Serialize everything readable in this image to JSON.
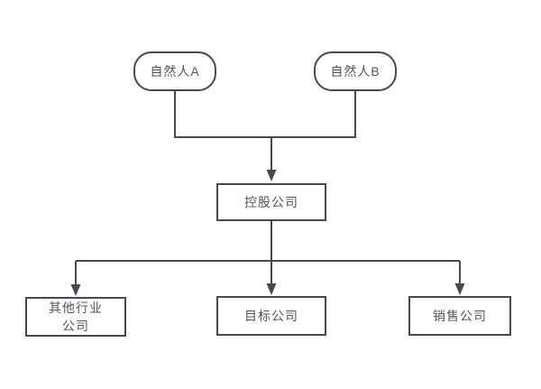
{
  "colors": {
    "line": "#454a52",
    "border": "#454a52",
    "text": "#555555",
    "background": "#ffffff"
  },
  "nodes": {
    "person_a": {
      "label": "自然人A",
      "shape": "rounded"
    },
    "person_b": {
      "label": "自然人B",
      "shape": "rounded"
    },
    "holding": {
      "label": "控股公司",
      "shape": "rect"
    },
    "other_industry": {
      "label": "其他行业\n公司",
      "shape": "rect"
    },
    "target": {
      "label": "目标公司",
      "shape": "rect"
    },
    "sales": {
      "label": "销售公司",
      "shape": "rect"
    }
  },
  "edges": [
    {
      "from": "person_a",
      "to": "holding",
      "arrow": true
    },
    {
      "from": "person_b",
      "to": "holding",
      "arrow": true
    },
    {
      "from": "holding",
      "to": "other_industry",
      "arrow": true
    },
    {
      "from": "holding",
      "to": "target",
      "arrow": true
    },
    {
      "from": "holding",
      "to": "sales",
      "arrow": true
    }
  ]
}
